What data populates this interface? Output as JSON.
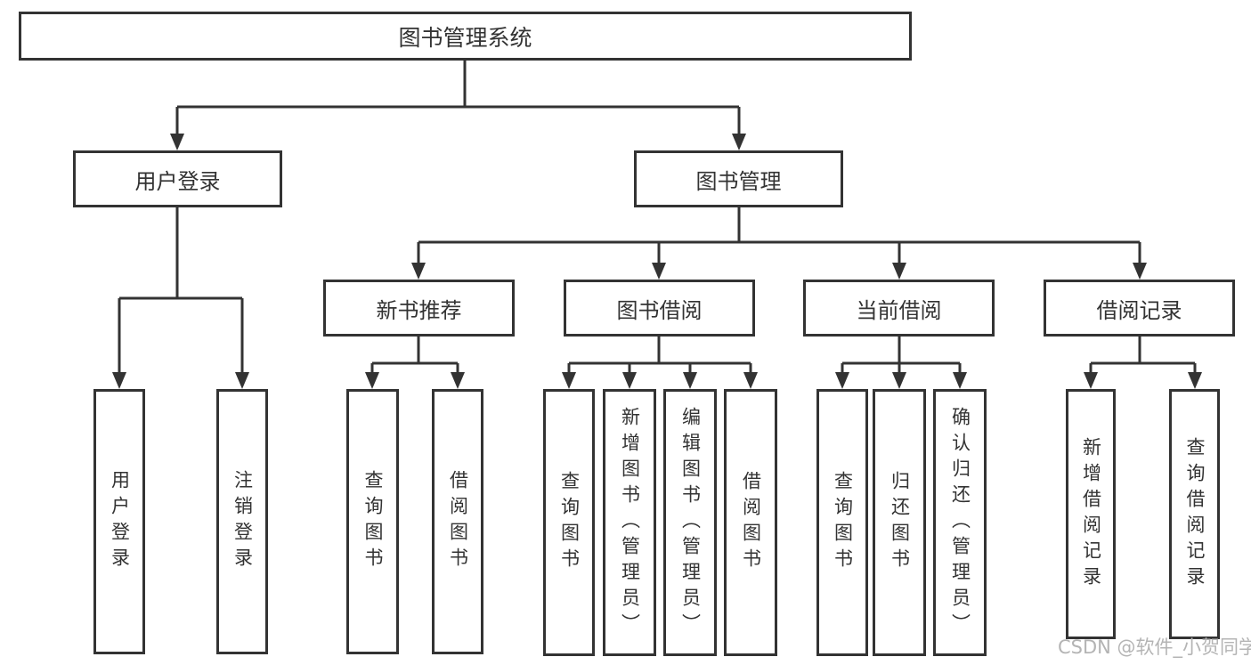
{
  "tree": {
    "label": "图书管理系统",
    "children": [
      {
        "label": "用户登录",
        "children": [
          {
            "label": "用户登录"
          },
          {
            "label": "注销登录"
          }
        ]
      },
      {
        "label": "图书管理",
        "children": [
          {
            "label": "新书推荐",
            "children": [
              {
                "label": "查询图书"
              },
              {
                "label": "借阅图书"
              }
            ]
          },
          {
            "label": "图书借阅",
            "children": [
              {
                "label": "查询图书"
              },
              {
                "label": "新增图书（管理员）"
              },
              {
                "label": "编辑图书（管理员）"
              },
              {
                "label": "借阅图书"
              }
            ]
          },
          {
            "label": "当前借阅",
            "children": [
              {
                "label": "查询图书"
              },
              {
                "label": "归还图书"
              },
              {
                "label": "确认归还（管理员）"
              }
            ]
          },
          {
            "label": "借阅记录",
            "children": [
              {
                "label": "新增借阅记录"
              },
              {
                "label": "查询借阅记录"
              }
            ]
          }
        ]
      }
    ]
  },
  "watermark": {
    "text": "CSDN @软件_小贺同学"
  },
  "colors": {
    "line": "#333333",
    "box_border": "#333333",
    "text": "#333333",
    "watermark": "#b4b4b4",
    "background": "#ffffff"
  }
}
